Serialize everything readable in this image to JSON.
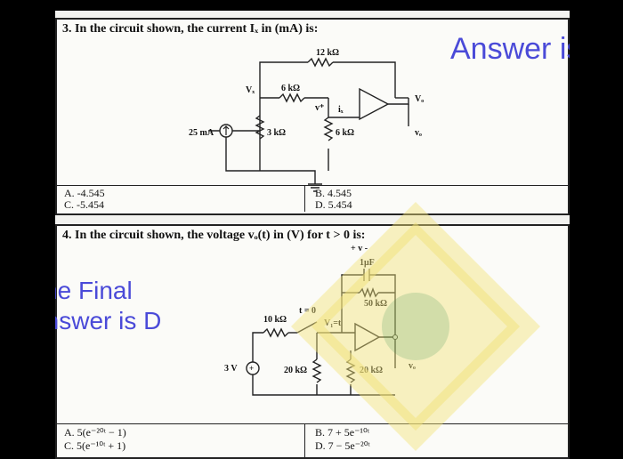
{
  "q3": {
    "question": "3.  In the circuit shown, the current Iₓ in (mA) is:",
    "labels": {
      "r_top": "12 kΩ",
      "r_mid": "6 kΩ",
      "vx": "Vₓ",
      "vplus": "v⁺",
      "ix": "iₓ",
      "source": "25 mA",
      "r_left": "3 kΩ",
      "r_right": "6 kΩ",
      "vo": "Vₒ",
      "vo2": "vₒ"
    },
    "options": {
      "a": "A.  -4.545",
      "b": "B.  4.545",
      "c": "C.  -5.454",
      "d": "D.  5.454"
    }
  },
  "q4": {
    "question": "4.  In the circuit shown, the voltage vₒ(t) in (V) for t > 0 is:",
    "labels": {
      "cap_sign": "+ v -",
      "cap": "1μF",
      "r_fb": "50 kΩ",
      "switch": "t = 0",
      "r_in": "10 kΩ",
      "vt": "V₁=t",
      "source": "3 V",
      "r_a": "20 kΩ",
      "r_b": "20 kΩ",
      "vo": "vₒ"
    },
    "options": {
      "a": "A.  5(e⁻²⁰ᵗ − 1)",
      "b": "B.  7 + 5e⁻¹⁰ᵗ",
      "c": "C.  5(e⁻¹⁰ᵗ + 1)",
      "d": "D.  7 − 5e⁻²⁰ᵗ"
    }
  },
  "annotations": {
    "answer_b": "Answer is B",
    "final_line1": "The Final",
    "final_line2": "Answer is D"
  },
  "colors": {
    "annotation": "#4a4ad8",
    "watermark_yellow": "#f2e27a",
    "watermark_green": "#2f8a4a"
  }
}
